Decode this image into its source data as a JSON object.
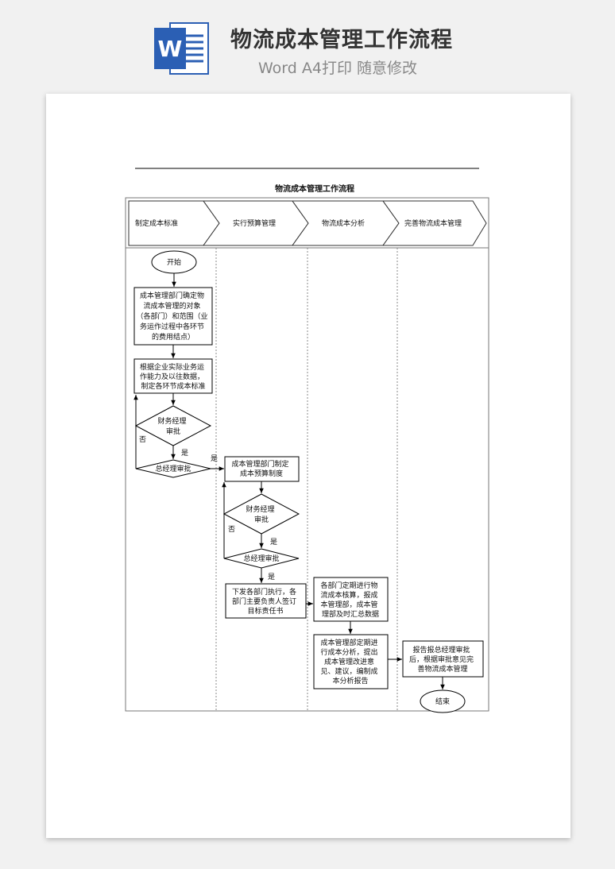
{
  "header": {
    "title": "物流成本管理工作流程",
    "subtitle": "Word A4打印 随意修改",
    "icon": "word-document-icon",
    "icon_letter": "W",
    "icon_color": "#2b5fb4"
  },
  "diagram": {
    "title": "物流成本管理工作流程",
    "phases": [
      "制定成本标准",
      "实行预算管理",
      "物流成本分析",
      "完善物流成本管理"
    ],
    "start": "开始",
    "end": "结束",
    "box1": [
      "成本管理部门确定物",
      "流成本管理的对象",
      "（各部门）和范围（业",
      "务运作过程中各环节",
      "的费用结点）"
    ],
    "box2": [
      "根据企业实际业务运",
      "作能力及以往数据，",
      "制定各环节成本标准"
    ],
    "dia1": [
      "财务经理",
      "审批"
    ],
    "dia2": "总经理审批",
    "box3": [
      "成本管理部门制定",
      "成本预算制度"
    ],
    "dia3": [
      "财务经理",
      "审批"
    ],
    "dia4": "总经理审批",
    "box4": [
      "下发各部门执行，各",
      "部门主要负责人签订",
      "目标责任书"
    ],
    "box5": [
      "各部门定期进行物",
      "流成本核算，报成",
      "本管理部，成本管",
      "理部及时汇总数据"
    ],
    "box6": [
      "成本管理部定期进",
      "行成本分析，提出",
      "成本管理改进意",
      "见、建议，编制成",
      "本分析报告"
    ],
    "box7": [
      "报告报总经理审批",
      "后，根据审批意见完",
      "善物流成本管理"
    ],
    "yes": "是",
    "no": "否"
  }
}
